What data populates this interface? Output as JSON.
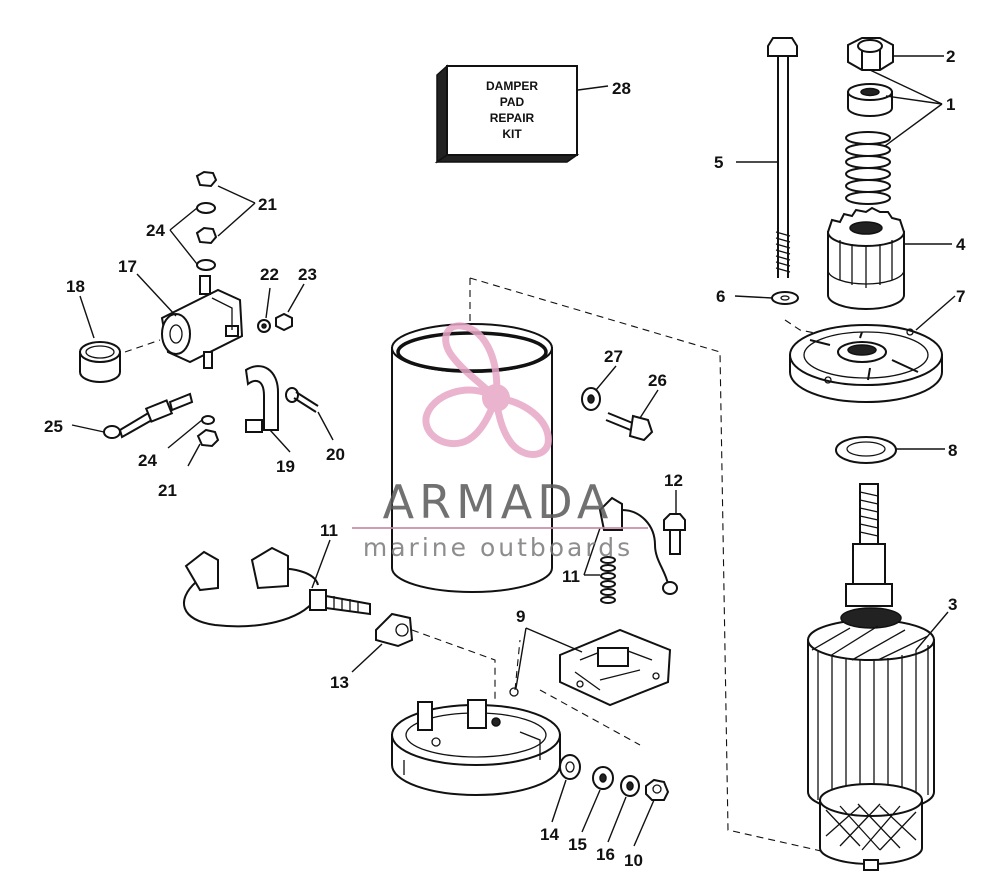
{
  "watermark": {
    "brand": "ARMADA",
    "tagline": "marine outboards",
    "colors": {
      "logo": "#e7a6c6",
      "text": "#5a5a5a",
      "rule": "#c98aa9"
    }
  },
  "kit_box": {
    "lines": [
      "DAMPER",
      "PAD",
      "REPAIR",
      "KIT"
    ]
  },
  "callouts": [
    {
      "id": "c1",
      "text": "1"
    },
    {
      "id": "c2",
      "text": "2"
    },
    {
      "id": "c3",
      "text": "3"
    },
    {
      "id": "c4",
      "text": "4"
    },
    {
      "id": "c5",
      "text": "5"
    },
    {
      "id": "c6",
      "text": "6"
    },
    {
      "id": "c7",
      "text": "7"
    },
    {
      "id": "c8",
      "text": "8"
    },
    {
      "id": "c9",
      "text": "9"
    },
    {
      "id": "c10",
      "text": "10"
    },
    {
      "id": "c11a",
      "text": "11"
    },
    {
      "id": "c11b",
      "text": "11"
    },
    {
      "id": "c12",
      "text": "12"
    },
    {
      "id": "c13",
      "text": "13"
    },
    {
      "id": "c14",
      "text": "14"
    },
    {
      "id": "c15",
      "text": "15"
    },
    {
      "id": "c16",
      "text": "16"
    },
    {
      "id": "c17",
      "text": "17"
    },
    {
      "id": "c18",
      "text": "18"
    },
    {
      "id": "c19",
      "text": "19"
    },
    {
      "id": "c20",
      "text": "20"
    },
    {
      "id": "c21a",
      "text": "21"
    },
    {
      "id": "c21b",
      "text": "21"
    },
    {
      "id": "c22",
      "text": "22"
    },
    {
      "id": "c23",
      "text": "23"
    },
    {
      "id": "c24a",
      "text": "24"
    },
    {
      "id": "c24b",
      "text": "24"
    },
    {
      "id": "c25",
      "text": "25"
    },
    {
      "id": "c26",
      "text": "26"
    },
    {
      "id": "c27",
      "text": "27"
    },
    {
      "id": "c28",
      "text": "28"
    }
  ]
}
